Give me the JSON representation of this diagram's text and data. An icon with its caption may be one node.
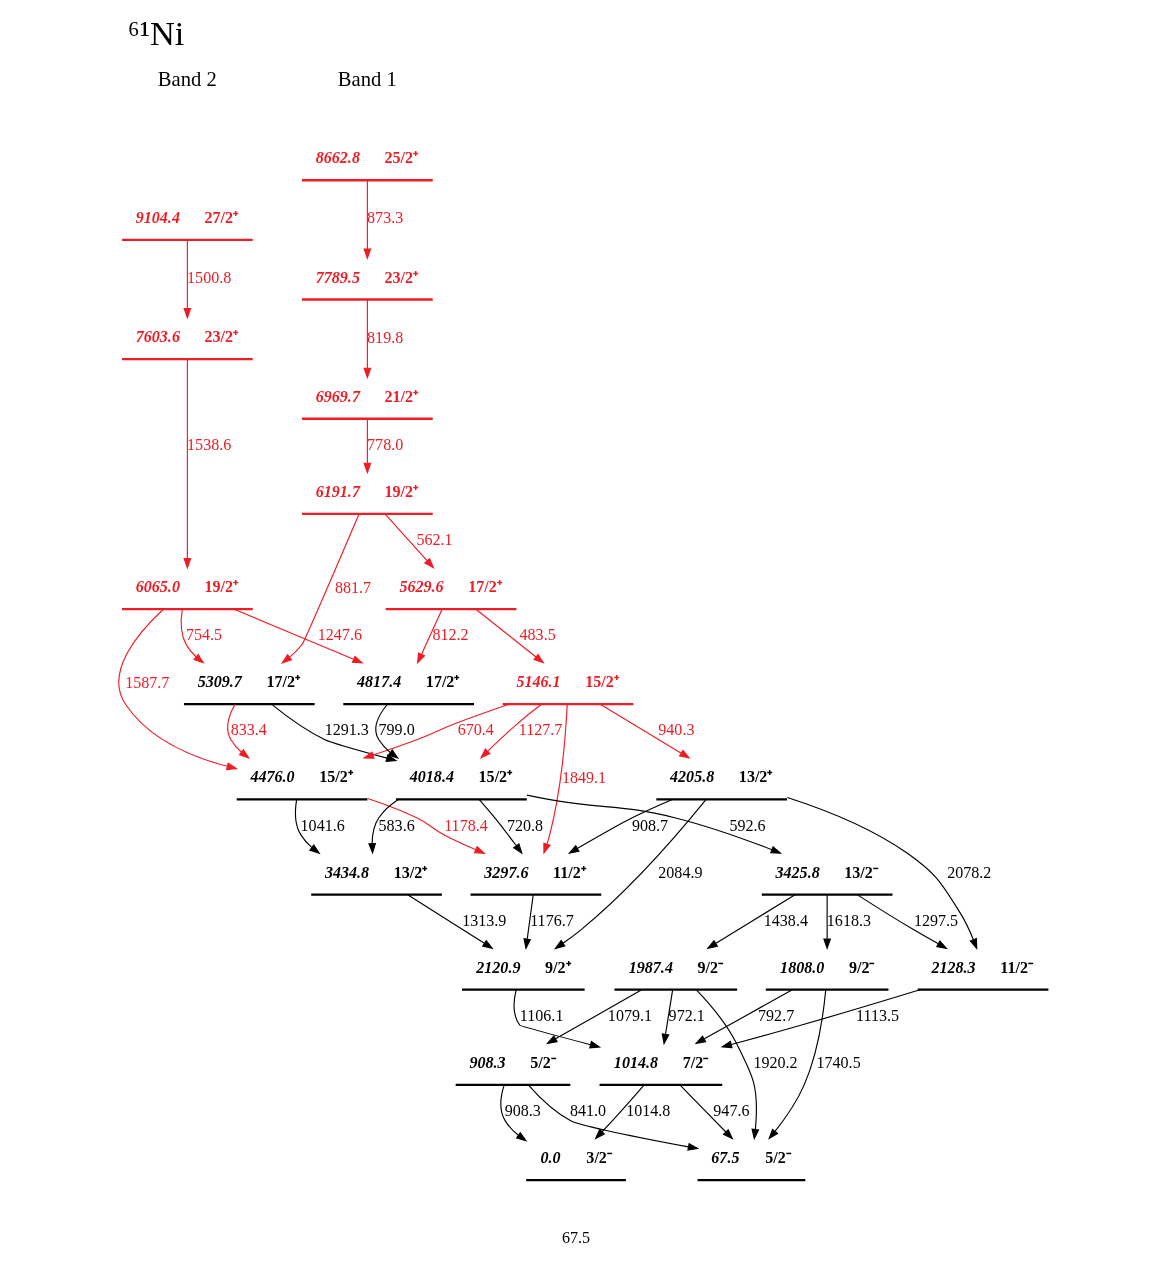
{
  "diagram": {
    "title": "⁶¹Ni",
    "nodes": [
      {
        "text": [
          "9104.4",
          "27/2⁺"
        ]
      },
      {
        "text": [
          "8662.8",
          "25/2⁺"
        ]
      },
      {
        "text": [
          "7789.5",
          "23/2⁺"
        ]
      },
      {
        "text": [
          "7603.6",
          "23/2⁺"
        ]
      },
      {
        "text": [
          "6969.7",
          "21/2⁺"
        ]
      },
      {
        "text": [
          "6191.7",
          "19/2⁺"
        ]
      },
      {
        "text": [
          "6065.0",
          "19/2⁺"
        ]
      },
      {
        "text": [
          "5629.6",
          "17/2⁺"
        ]
      },
      {
        "text": [
          "5309.7",
          "17/2⁺"
        ]
      },
      {
        "text": [
          "5146.1",
          "15/2⁺"
        ]
      },
      {
        "text": [
          "4817.4",
          "17/2⁺"
        ]
      },
      {
        "text": [
          "4476.0",
          "15/2⁺"
        ]
      },
      {
        "text": [
          "4205.8",
          "13/2⁺"
        ]
      },
      {
        "text": [
          "4018.4",
          "15/2⁺"
        ]
      },
      {
        "text": [
          "3434.8",
          "13/2⁺"
        ]
      },
      {
        "text": [
          "3425.8",
          "13/2⁻"
        ]
      },
      {
        "text": [
          "3297.6",
          "11/2⁺"
        ]
      },
      {
        "text": [
          "2128.3",
          "11/2⁻"
        ]
      },
      {
        "text": [
          "2120.9",
          "9/2⁺"
        ]
      },
      {
        "text": [
          "1987.4",
          "9/2⁻"
        ]
      },
      {
        "text": [
          "1808.0",
          "9/2⁻"
        ]
      },
      {
        "text": [
          "1014.8",
          "7/2⁻"
        ]
      },
      {
        "text": [
          "908.3",
          "5/2⁻"
        ]
      },
      {
        "text": [
          "67.5",
          "5/2⁻"
        ]
      },
      {
        "text": [
          "0.0",
          "3/2⁻"
        ]
      }
    ],
    "edges": [
      {
        "from": 0,
        "to": 3,
        "arrow": "to",
        "label": "1500.8",
        "color": "#ee1c25"
      },
      {
        "from": 3,
        "to": 6,
        "arrow": "to",
        "label": "1538.6",
        "color": "#ee1c25"
      },
      {
        "from": 6,
        "to": 11,
        "arrow": "to",
        "label": "1587.7",
        "color": "#ee1c25"
      },
      {
        "from": 11,
        "to": 16,
        "arrow": "to",
        "label": "1178.4",
        "color": "#ee1c25"
      },
      {
        "from": 1,
        "to": 2,
        "arrow": "to",
        "label": "873.3",
        "color": "#ee1c25"
      },
      {
        "from": 2,
        "to": 4,
        "arrow": "to",
        "label": "819.8",
        "color": "#ee1c25"
      },
      {
        "from": 4,
        "to": 5,
        "arrow": "to",
        "label": "778.0",
        "color": "#ee1c25"
      },
      {
        "from": 5,
        "to": 7,
        "arrow": "to",
        "label": "562.1",
        "color": "#ee1c25"
      },
      {
        "from": 7,
        "to": 9,
        "arrow": "to",
        "label": "483.5",
        "color": "#ee1c25"
      },
      {
        "from": 6,
        "to": 10,
        "arrow": "to",
        "label": "1247.6",
        "color": "#ee1c25"
      },
      {
        "from": 7,
        "to": 10,
        "arrow": "to",
        "label": "812.2",
        "color": "#ee1c25"
      },
      {
        "from": 6,
        "to": 8,
        "arrow": "to",
        "label": "754.5",
        "color": "#ee1c25"
      },
      {
        "from": 5,
        "to": 8,
        "arrow": "to",
        "label": "881.7",
        "color": "#ee1c25"
      },
      {
        "from": 8,
        "to": 11,
        "arrow": "to",
        "label": "833.4",
        "color": "#ee1c25"
      },
      {
        "from": 9,
        "to": 11,
        "arrow": "to",
        "label": "670.4",
        "color": "#ee1c25"
      },
      {
        "from": 9,
        "to": 12,
        "arrow": "to",
        "label": "940.3",
        "color": "#ee1c25"
      },
      {
        "from": 9,
        "to": 13,
        "arrow": "to",
        "label": "1127.7",
        "color": "#ee1c25"
      },
      {
        "from": 9,
        "to": 16,
        "arrow": "to",
        "label": "1849.1",
        "color": "#ee1c25"
      },
      {
        "from": 8,
        "to": 13,
        "arrow": "to",
        "label": "1291.3"
      },
      {
        "from": 10,
        "to": 13,
        "arrow": "to",
        "label": "799.0"
      },
      {
        "from": 11,
        "to": 14,
        "arrow": "to",
        "label": "1041.6"
      },
      {
        "from": 13,
        "to": 14,
        "arrow": "to",
        "label": "583.6"
      },
      {
        "from": 13,
        "to": 16,
        "arrow": "to",
        "label": "720.8"
      },
      {
        "from": 12,
        "to": 16,
        "arrow": "to",
        "label": "908.7"
      },
      {
        "from": 12,
        "to": 18,
        "arrow": "to",
        "label": "2084.9"
      },
      {
        "from": 12,
        "to": 17,
        "arrow": "to",
        "label": "2078.2"
      },
      {
        "from": 13,
        "to": 15,
        "arrow": "to",
        "label": "592.6"
      },
      {
        "from": 14,
        "to": 18,
        "arrow": "to",
        "label": "1313.9"
      },
      {
        "from": 16,
        "to": 18,
        "arrow": "to",
        "label": "1176.7"
      },
      {
        "from": 15,
        "to": 17,
        "arrow": "to",
        "label": "1297.5"
      },
      {
        "from": 15,
        "to": 20,
        "arrow": "to",
        "label": "1618.3"
      },
      {
        "from": 15,
        "to": 19,
        "arrow": "to",
        "label": "1438.4"
      },
      {
        "from": 18,
        "to": 21,
        "arrow": "to",
        "label": "1106.1"
      },
      {
        "from": 17,
        "to": 21,
        "arrow": "to",
        "label": "1113.5"
      },
      {
        "from": 19,
        "to": 21,
        "arrow": "to",
        "label": "972.1"
      },
      {
        "from": 20,
        "to": 21,
        "arrow": "to",
        "label": "792.7"
      },
      {
        "from": 19,
        "to": 22,
        "arrow": "to",
        "label": "1079.1"
      },
      {
        "from": 19,
        "to": 23,
        "arrow": "to",
        "label": "1920.2"
      },
      {
        "from": 20,
        "to": 23,
        "arrow": "to",
        "label": "1740.5"
      },
      {
        "from": 21,
        "to": 24,
        "arrow": "to",
        "label": "1014.8"
      },
      {
        "from": 21,
        "to": 23,
        "arrow": "to",
        "label": "947.6"
      },
      {
        "from": 22,
        "to": 23,
        "arrow": "to",
        "label": "841.0"
      },
      {
        "from": 22,
        "to": 24,
        "arrow": "to",
        "label": "908.3"
      }
    ],
    "labels": [
      "Band 2",
      "Band 1",
      "67.5"
    ]
  }
}
